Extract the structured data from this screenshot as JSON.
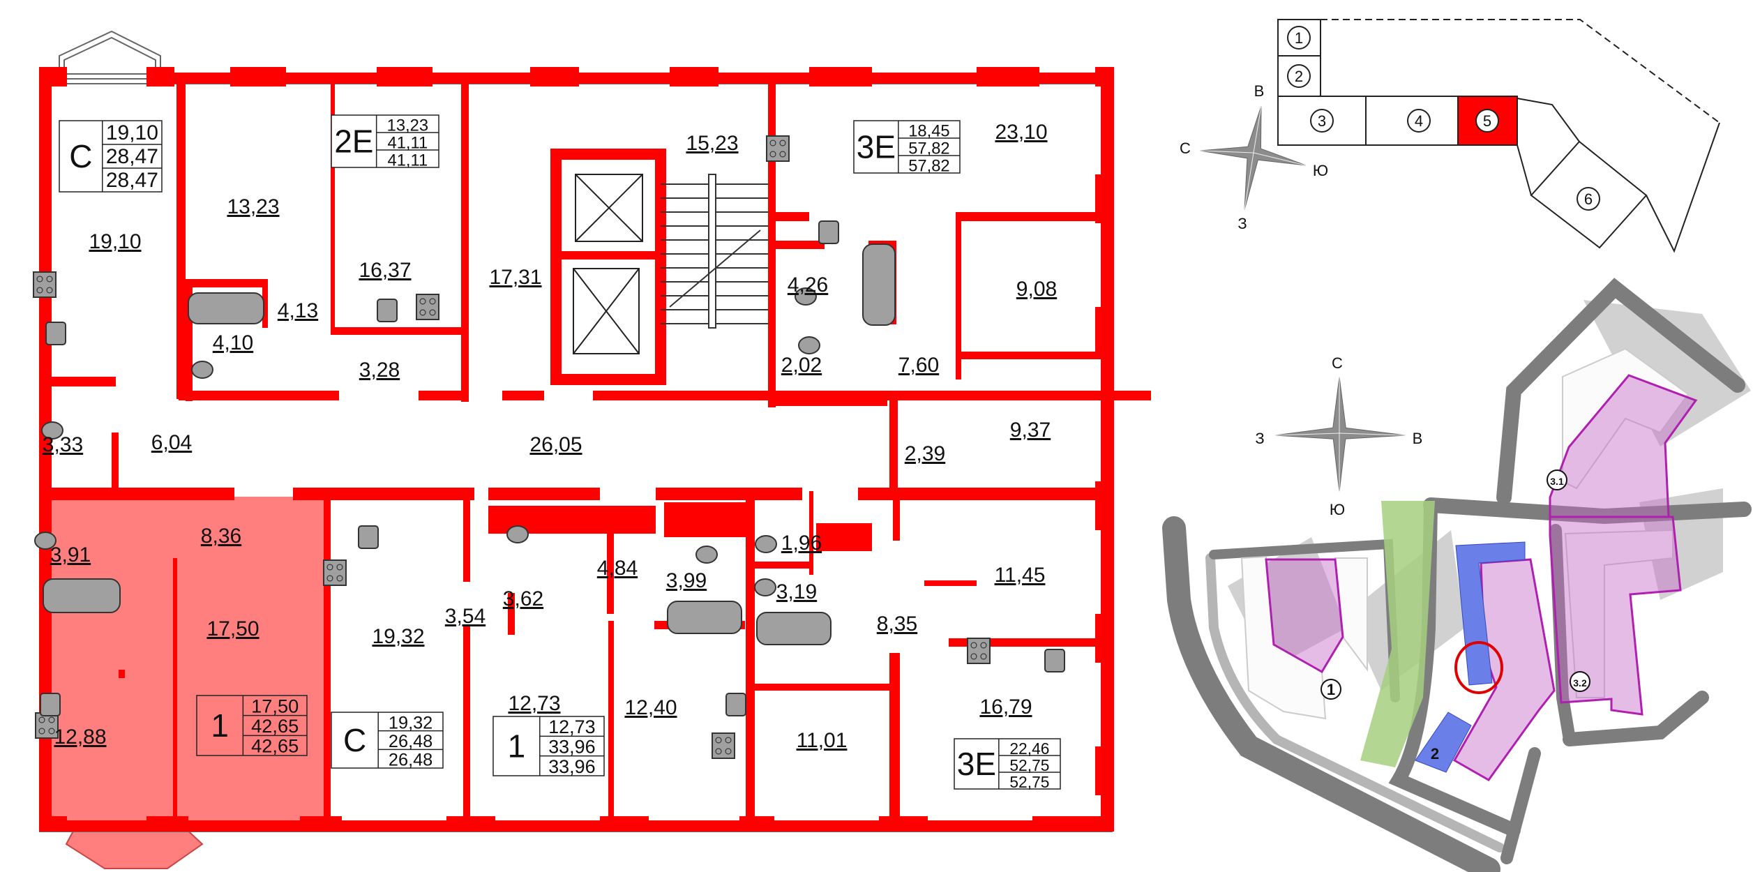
{
  "colors": {
    "wall": "#ff0000",
    "highlight": "#ff7f7f",
    "fixture": "#a0a0a0",
    "selected_building": "#6b7fe8",
    "courtyard": "#c66bc6",
    "road": "#8a8a8a"
  },
  "rooms": [
    "19,10",
    "13,23",
    "16,37",
    "4,13",
    "4,10",
    "3,28",
    "17,31",
    "15,23",
    "23,10",
    "4,26",
    "9,08",
    "2,02",
    "7,60",
    "9,37",
    "2,39",
    "26,05",
    "3,33",
    "6,04",
    "8,36",
    "3,91",
    "17,50",
    "12,88",
    "19,32",
    "3,54",
    "3,62",
    "4,84",
    "3,99",
    "1,96",
    "3,19",
    "11,45",
    "8,35",
    "12,73",
    "12,40",
    "11,01",
    "16,79"
  ],
  "apartments": [
    {
      "type": "С",
      "living": "19,10",
      "total": "28,47",
      "total_b": "28,47",
      "highlighted": false
    },
    {
      "type": "2Е",
      "living": "13,23",
      "total": "41,11",
      "total_b": "41,11",
      "highlighted": false
    },
    {
      "type": "3Е",
      "living": "18,45",
      "total": "57,82",
      "total_b": "57,82",
      "highlighted": false
    },
    {
      "type": "1",
      "living": "17,50",
      "total": "42,65",
      "total_b": "42,65",
      "highlighted": true
    },
    {
      "type": "С",
      "living": "19,32",
      "total": "26,48",
      "total_b": "26,48",
      "highlighted": false
    },
    {
      "type": "1",
      "living": "12,73",
      "total": "33,96",
      "total_b": "33,96",
      "highlighted": false
    },
    {
      "type": "3Е",
      "living": "22,46",
      "total": "52,75",
      "total_b": "52,75",
      "highlighted": false
    }
  ],
  "key_plan": {
    "sections": [
      "1",
      "2",
      "3",
      "4",
      "5",
      "6"
    ],
    "selected_section": "5"
  },
  "compass_key": {
    "n": "В",
    "w": "С",
    "e": "Ю",
    "s": "З"
  },
  "compass_site": {
    "n": "С",
    "w": "З",
    "e": "В",
    "s": "Ю"
  },
  "site_plan": {
    "labels": [
      "1",
      "2",
      "3.1",
      "3.2"
    ]
  }
}
